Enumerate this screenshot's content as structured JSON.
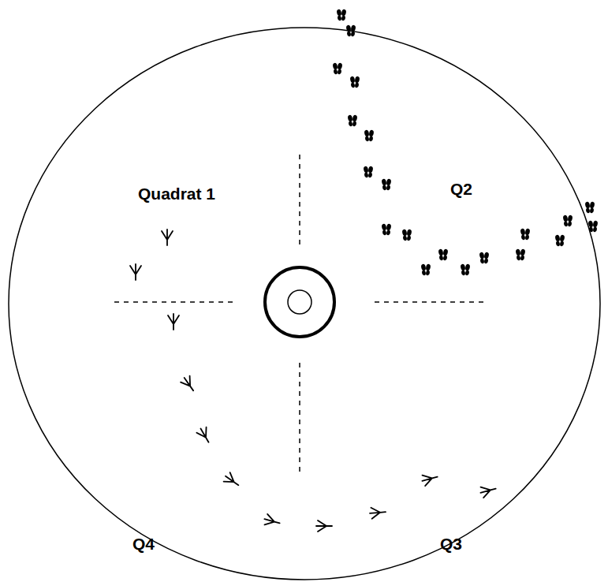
{
  "diagram": {
    "labels": [
      "Quadrat 1",
      "Q2",
      "Q4",
      "Q3"
    ]
  }
}
